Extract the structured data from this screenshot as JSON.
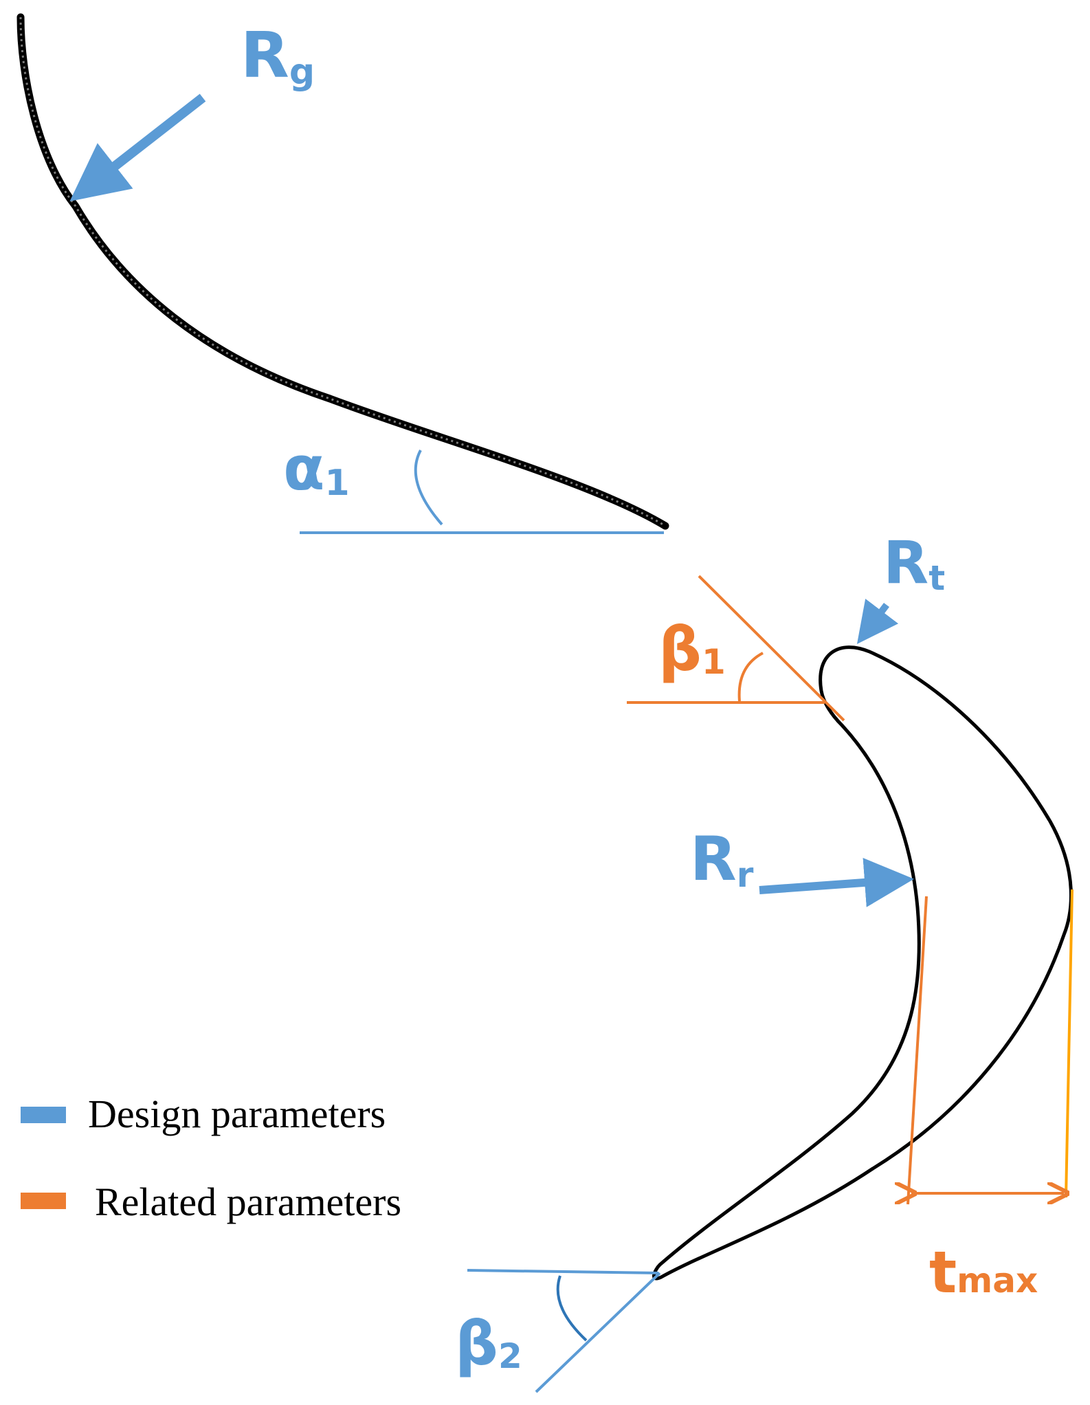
{
  "colors": {
    "design": "#5b9bd5",
    "related": "#ed7d31",
    "profile": "#000000"
  },
  "labels": {
    "rg": {
      "main": "R",
      "sub": "g"
    },
    "alpha1": {
      "main": "α",
      "sub": "1"
    },
    "rt": {
      "main": "R",
      "sub": "t"
    },
    "beta1": {
      "main": "β",
      "sub": "1"
    },
    "rr": {
      "main": "R",
      "sub": "r"
    },
    "beta2": {
      "main": "β",
      "sub": "2"
    },
    "tmax": {
      "main": "t",
      "sub": "max"
    }
  },
  "legend": {
    "design": "Design parameters",
    "related": "Related parameters"
  }
}
